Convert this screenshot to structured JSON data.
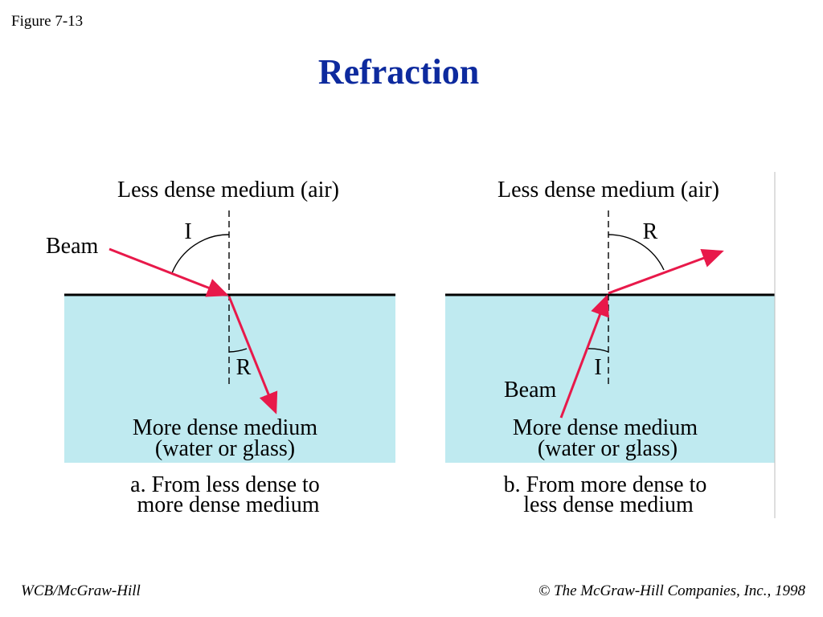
{
  "figure_label": "Figure 7-13",
  "title": "Refraction",
  "colors": {
    "title": "#0d2a9e",
    "water": "#bfeaf0",
    "beam": "#e8194a",
    "surface": "#000000"
  },
  "panel_a": {
    "top_label": "Less dense medium (air)",
    "beam_label": "Beam",
    "incidence_label": "I",
    "refraction_label": "R",
    "medium_line1": "More dense medium",
    "medium_line2": "(water or glass)",
    "caption_line1": "a. From less dense to",
    "caption_line2": "more dense medium"
  },
  "panel_b": {
    "top_label": "Less dense medium (air)",
    "beam_label": "Beam",
    "incidence_label": "I",
    "refraction_label": "R",
    "medium_line1": "More dense medium",
    "medium_line2": "(water or glass)",
    "caption_line1": "b. From more dense to",
    "caption_line2": "less dense medium"
  },
  "footer": {
    "left": "WCB/McGraw-Hill",
    "copyright_symbol": "©",
    "right": "The McGraw-Hill Companies, Inc., 1998"
  }
}
